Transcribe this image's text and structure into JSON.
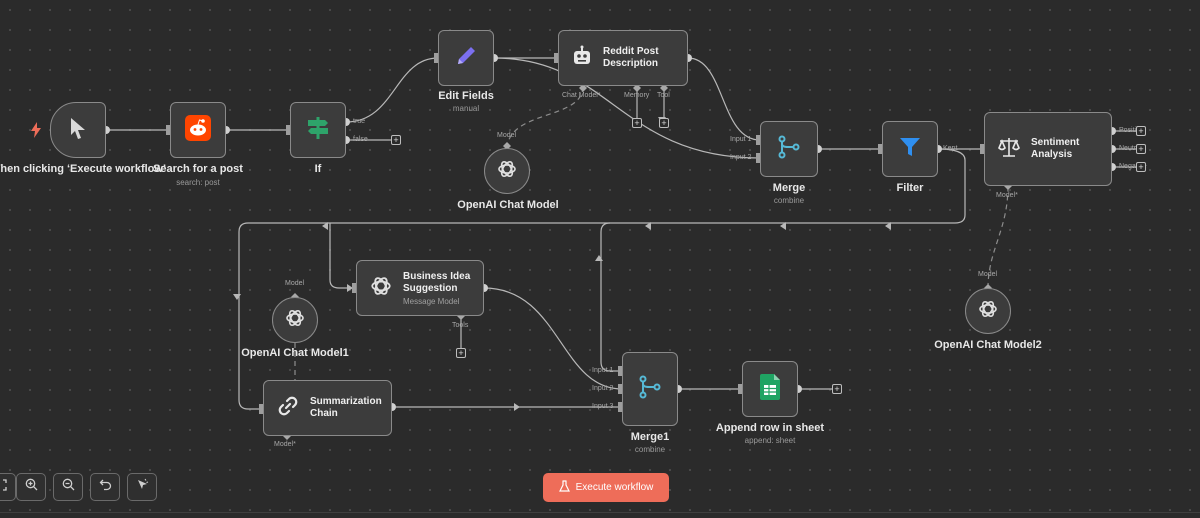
{
  "nodes": {
    "trigger": {
      "label": "When clicking ‘Execute workflow’"
    },
    "reddit_search": {
      "label": "Search for a post",
      "sub": "search: post"
    },
    "if": {
      "label": "If",
      "port_true": "true",
      "port_false": "false"
    },
    "edit_fields": {
      "label": "Edit Fields",
      "sub": "manual"
    },
    "reddit_desc": {
      "title": "Reddit Post Description",
      "port_chat_model": "Chat Model*",
      "port_memory": "Memory",
      "port_tool": "Tool"
    },
    "openai1": {
      "label": "OpenAI Chat Model",
      "port": "Model"
    },
    "merge": {
      "label": "Merge",
      "sub": "combine",
      "input1": "Input 1",
      "input2": "Input 2"
    },
    "filter": {
      "label": "Filter",
      "port_kept": "Kept"
    },
    "sentiment": {
      "title": "Sentiment Analysis",
      "positive": "Positive",
      "neutral": "Neutral",
      "negative": "Negative",
      "port_model": "Model*"
    },
    "openai2": {
      "label": "OpenAI Chat Model2",
      "port": "Model"
    },
    "business": {
      "title": "Business Idea Suggestion",
      "sub": "Message Model",
      "port_tools": "Tools"
    },
    "openai3": {
      "label": "OpenAI Chat Model1",
      "port": "Model"
    },
    "summarization": {
      "title": "Summarization Chain",
      "port_model": "Model*"
    },
    "merge1": {
      "label": "Merge1",
      "sub": "combine",
      "input1": "Input 1",
      "input2": "Input 2",
      "input3": "Input 3"
    },
    "append": {
      "label": "Append row in sheet",
      "sub": "append: sheet"
    }
  },
  "plus_symbol": "+",
  "toolbar": {
    "execute_label": "Execute workflow"
  },
  "icons": {
    "fit": "fit-view-icon",
    "zoom_in": "zoom-in-icon",
    "zoom_out": "zoom-out-icon",
    "undo": "undo-icon",
    "tidy": "tidy-up-icon"
  },
  "colors": {
    "canvas": "#2b2b2b",
    "node": "#3c3c3c",
    "border": "#8a8a8a",
    "execute": "#ee6d59",
    "reddit": "#ff4500",
    "filter": "#2f8ff0",
    "edit": "#7b6ff0",
    "sheets": "#1fa463",
    "if": "#2ea36a",
    "merge": "#56b9d6"
  }
}
